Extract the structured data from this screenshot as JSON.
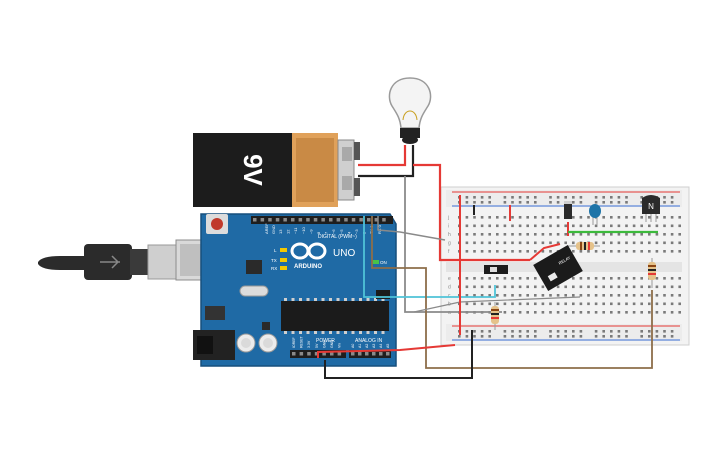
{
  "battery": {
    "label": "9V"
  },
  "arduino": {
    "logo_text": "ARDUINO",
    "model": "UNO",
    "digital_label": "DIGITAL (PWM~)",
    "power_label": "POWER",
    "analog_label": "ANALOG IN",
    "aref_label": "AREF",
    "gnd_label": "GND",
    "on_label": "ON",
    "l_label": "L",
    "tx_label": "TX",
    "rx_label": "RX",
    "digital_pins": [
      "13",
      "12",
      "~11",
      "~10",
      "~9",
      "8",
      "7",
      "~6",
      "~5",
      "4",
      "~3",
      "2",
      "TX 1",
      "RX 0"
    ],
    "power_pins": [
      "IOREF",
      "RESET",
      "3.3V",
      "5V",
      "GND",
      "GND",
      "Vin"
    ],
    "analog_pins": [
      "A0",
      "A1",
      "A2",
      "A3",
      "A4",
      "A5"
    ]
  },
  "relay": {
    "label": "RELAY"
  },
  "transistor": {
    "label": "N"
  },
  "breadboard": {
    "row_letters_top": [
      "j",
      "i",
      "h",
      "g",
      "f"
    ],
    "row_letters_bottom": [
      "e",
      "d",
      "c",
      "b",
      "a"
    ]
  },
  "colors": {
    "arduino": "#1f6aa5",
    "wire_red": "#e53935",
    "wire_black": "#212121",
    "wire_brown": "#8d6e4a",
    "wire_cyan": "#4fc3d8",
    "wire_gray": "#8a8a8a",
    "wire_green": "#3cba3c"
  }
}
